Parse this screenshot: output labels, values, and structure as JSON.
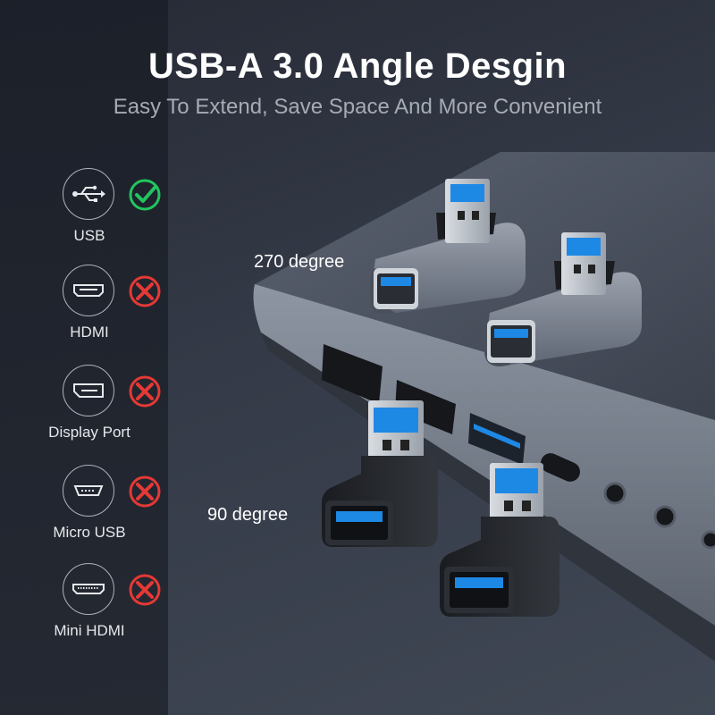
{
  "header": {
    "title": "USB-A 3.0 Angle Desgin",
    "subtitle": "Easy To Extend, Save Space And More Convenient"
  },
  "ports": [
    {
      "label": "USB",
      "icon": "usb-icon",
      "status": "supported"
    },
    {
      "label": "HDMI",
      "icon": "hdmi-icon",
      "status": "unsupported"
    },
    {
      "label": "Display Port",
      "icon": "displayport-icon",
      "status": "unsupported"
    },
    {
      "label": "Micro USB",
      "icon": "micro-usb-icon",
      "status": "unsupported"
    },
    {
      "label": "Mini HDMI",
      "icon": "mini-hdmi-icon",
      "status": "unsupported"
    }
  ],
  "product": {
    "label_270": "270 degree",
    "label_90": "90 degree"
  },
  "colors": {
    "supported": "#22c55e",
    "unsupported": "#e53935",
    "usb_blue": "#1e88e5"
  }
}
